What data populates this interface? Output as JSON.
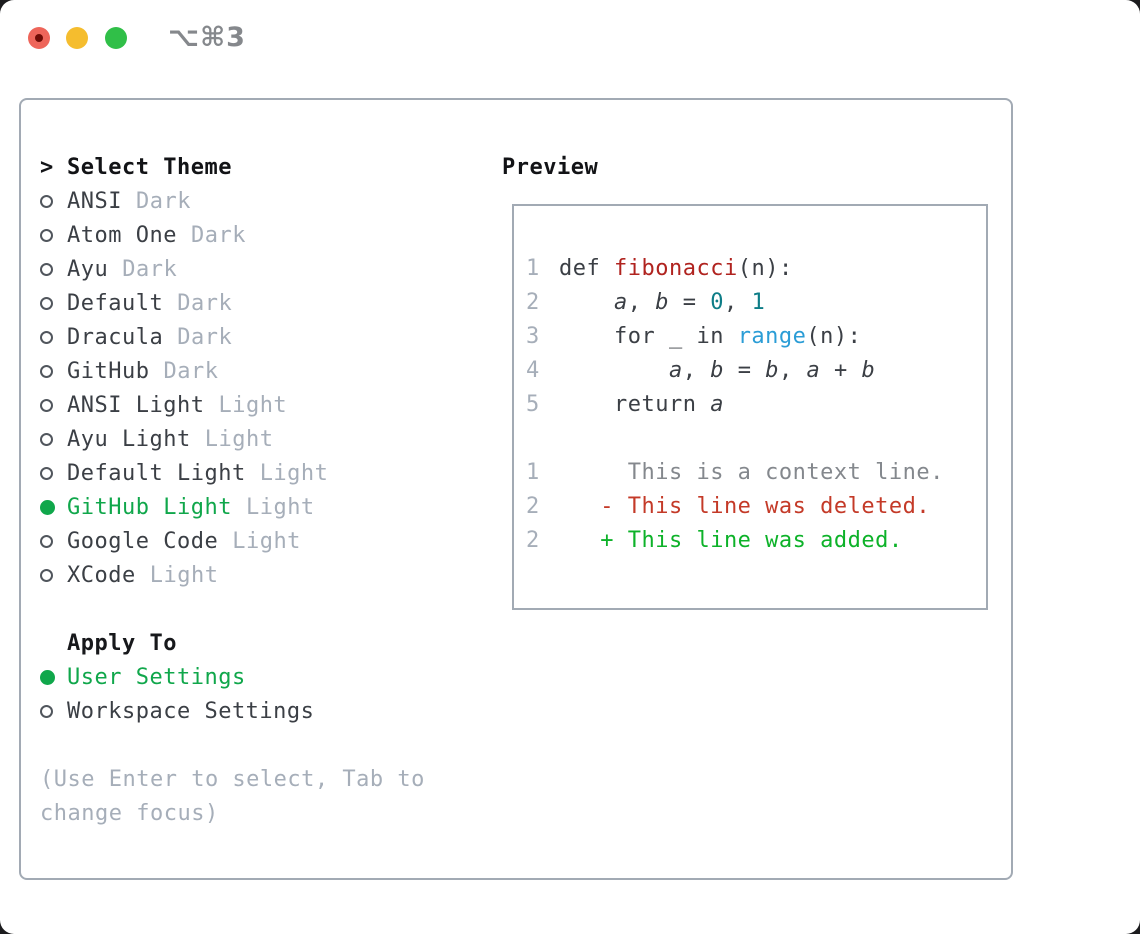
{
  "window": {
    "titlebar_shortcut": "⌥⌘3",
    "traffic_lights": [
      {
        "name": "close",
        "color": "#ee655a",
        "dot_color": "#6f0c06",
        "has_dot": true
      },
      {
        "name": "minimize",
        "color": "#f5bd2e",
        "has_dot": false
      },
      {
        "name": "zoom",
        "color": "#30bf48",
        "has_dot": false
      }
    ]
  },
  "theme_list": {
    "header_marker": ">",
    "header": "Select Theme",
    "items": [
      {
        "name": "ANSI",
        "tag": "Dark",
        "selected": false
      },
      {
        "name": "Atom One",
        "tag": "Dark",
        "selected": false
      },
      {
        "name": "Ayu",
        "tag": "Dark",
        "selected": false
      },
      {
        "name": "Default",
        "tag": "Dark",
        "selected": false
      },
      {
        "name": "Dracula",
        "tag": "Dark",
        "selected": false
      },
      {
        "name": "GitHub",
        "tag": "Dark",
        "selected": false
      },
      {
        "name": "ANSI Light",
        "tag": "Light",
        "selected": false
      },
      {
        "name": "Ayu Light",
        "tag": "Light",
        "selected": false
      },
      {
        "name": "Default Light",
        "tag": "Light",
        "selected": false
      },
      {
        "name": "GitHub Light",
        "tag": "Light",
        "selected": true
      },
      {
        "name": "Google Code",
        "tag": "Light",
        "selected": false
      },
      {
        "name": "XCode",
        "tag": "Light",
        "selected": false
      }
    ]
  },
  "apply_to": {
    "header": "Apply To",
    "items": [
      {
        "label": "User Settings",
        "selected": true
      },
      {
        "label": "Workspace Settings",
        "selected": false
      }
    ]
  },
  "hint": {
    "lines": [
      "(Use Enter to select, Tab to",
      "change focus)"
    ]
  },
  "preview": {
    "title": "Preview",
    "lines": [
      {
        "num": "1",
        "tokens": [
          [
            "def ",
            "p"
          ],
          [
            "fibonacci",
            "fn"
          ],
          [
            "(n):",
            "p"
          ]
        ]
      },
      {
        "num": "2",
        "tokens": [
          [
            "    ",
            "p"
          ],
          [
            "a",
            "v"
          ],
          [
            ", ",
            "p"
          ],
          [
            "b",
            "v"
          ],
          [
            " = ",
            "p"
          ],
          [
            "0",
            "num"
          ],
          [
            ", ",
            "p"
          ],
          [
            "1",
            "num"
          ]
        ]
      },
      {
        "num": "3",
        "tokens": [
          [
            "    for _ in ",
            "p"
          ],
          [
            "range",
            "bi"
          ],
          [
            "(n):",
            "p"
          ]
        ]
      },
      {
        "num": "4",
        "tokens": [
          [
            "        ",
            "p"
          ],
          [
            "a",
            "v"
          ],
          [
            ", ",
            "p"
          ],
          [
            "b",
            "v"
          ],
          [
            " = ",
            "p"
          ],
          [
            "b",
            "v"
          ],
          [
            ", ",
            "p"
          ],
          [
            "a",
            "v"
          ],
          [
            " + ",
            "p"
          ],
          [
            "b",
            "v"
          ]
        ]
      },
      {
        "num": "5",
        "tokens": [
          [
            "    return ",
            "p"
          ],
          [
            "a",
            "v"
          ]
        ]
      },
      {
        "num": "",
        "tokens": []
      },
      {
        "num": "1",
        "tokens": [
          [
            "     This is a context line.",
            "ctx"
          ]
        ]
      },
      {
        "num": "2",
        "tokens": [
          [
            "   - This line was deleted.",
            "del"
          ]
        ]
      },
      {
        "num": "2",
        "tokens": [
          [
            "   + This line was added.",
            "add"
          ]
        ]
      }
    ]
  },
  "colors": {
    "accent_green": "#10a74b",
    "added_green": "#0db229",
    "deleted_red": "#c43a28",
    "function_red": "#b0231f",
    "builtin_blue": "#2b9dd6",
    "number_teal": "#0d7d87",
    "muted_gray": "#a6aeb9",
    "muted_dark": "#85888c",
    "context_gray": "#84888d",
    "text_dark": "#3b3f45",
    "border_gray": "#a2aab4",
    "light_close": "#ee655a",
    "light_close_dot": "#6f0c06",
    "light_min": "#f5bd2e",
    "light_zoom": "#30bf48"
  }
}
